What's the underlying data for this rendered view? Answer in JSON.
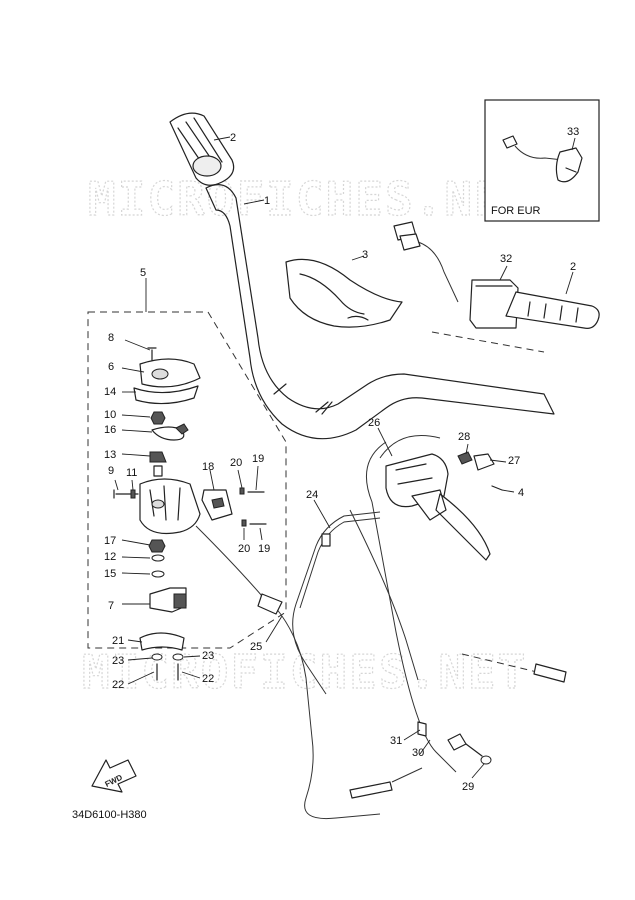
{
  "watermark": "MICROFICHES.NET",
  "inset": {
    "label": "FOR EUR"
  },
  "diagram_code": "34D6100-H380",
  "fwd_label": "FWD",
  "labels": {
    "p1": "1",
    "p2a": "2",
    "p2b": "2",
    "p3": "3",
    "p4": "4",
    "p5": "5",
    "p6": "6",
    "p7": "7",
    "p8": "8",
    "p9": "9",
    "p10": "10",
    "p11": "11",
    "p12": "12",
    "p13": "13",
    "p14": "14",
    "p15": "15",
    "p16": "16",
    "p17": "17",
    "p18": "18",
    "p19a": "19",
    "p19b": "19",
    "p20a": "20",
    "p20b": "20",
    "p21": "21",
    "p22a": "22",
    "p22b": "22",
    "p23a": "23",
    "p23b": "23",
    "p24": "24",
    "p25": "25",
    "p26": "26",
    "p27": "27",
    "p28": "28",
    "p29": "29",
    "p30": "30",
    "p31": "31",
    "p32": "32",
    "p33": "33"
  }
}
